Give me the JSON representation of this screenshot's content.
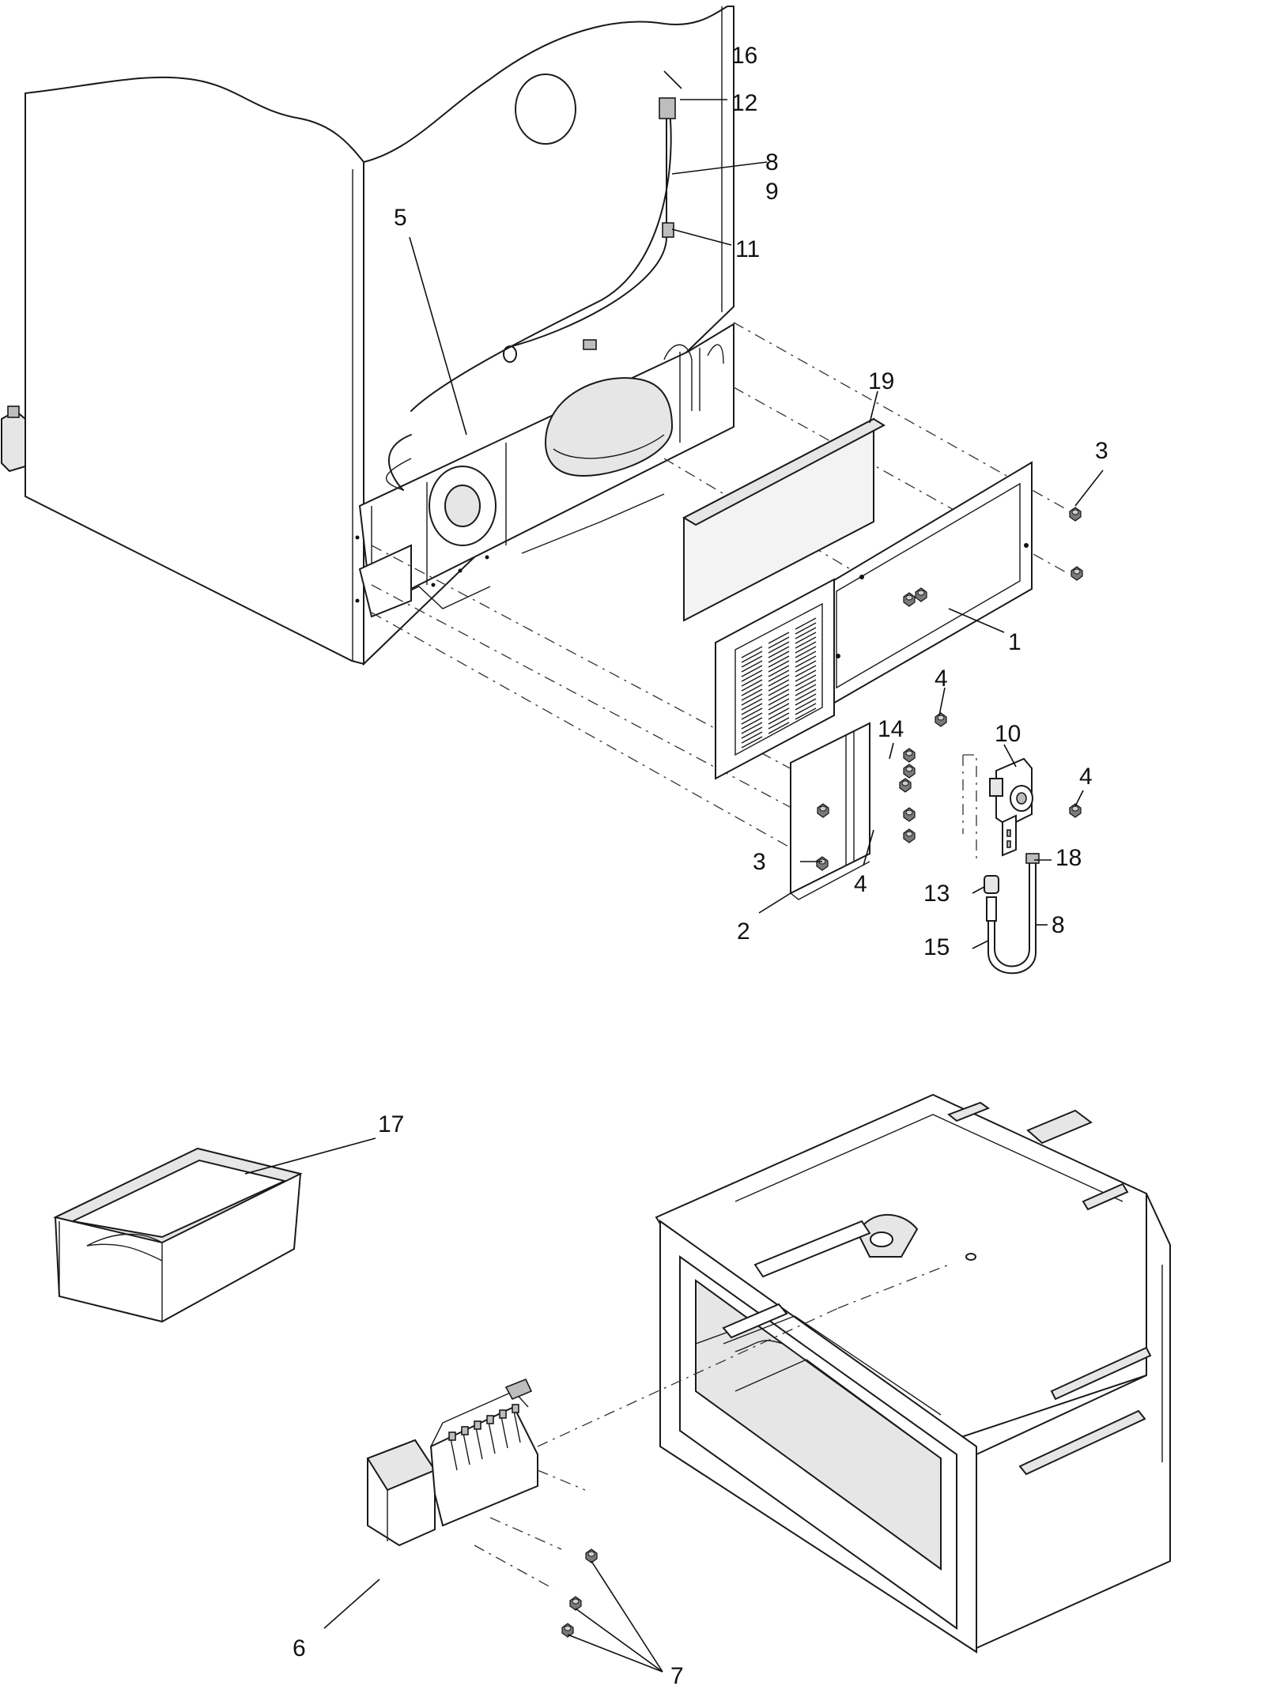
{
  "callouts": [
    {
      "id": "c16",
      "text": "16"
    },
    {
      "id": "c12",
      "text": "12"
    },
    {
      "id": "c8a",
      "text": "8"
    },
    {
      "id": "c9",
      "text": "9"
    },
    {
      "id": "c11",
      "text": "11"
    },
    {
      "id": "c5",
      "text": "5"
    },
    {
      "id": "c19",
      "text": "19"
    },
    {
      "id": "c3a",
      "text": "3"
    },
    {
      "id": "c1",
      "text": "1"
    },
    {
      "id": "c4a",
      "text": "4"
    },
    {
      "id": "c14",
      "text": "14"
    },
    {
      "id": "c10",
      "text": "10"
    },
    {
      "id": "c4b",
      "text": "4"
    },
    {
      "id": "c18",
      "text": "18"
    },
    {
      "id": "c3b",
      "text": "3"
    },
    {
      "id": "c4c",
      "text": "4"
    },
    {
      "id": "c13",
      "text": "13"
    },
    {
      "id": "c8b",
      "text": "8"
    },
    {
      "id": "c2",
      "text": "2"
    },
    {
      "id": "c15",
      "text": "15"
    },
    {
      "id": "c17",
      "text": "17"
    },
    {
      "id": "c6",
      "text": "6"
    },
    {
      "id": "c7",
      "text": "7"
    }
  ],
  "icons": {
    "screw": "hex-screw-icon",
    "clip": "tube-clip-icon"
  },
  "colors": {
    "line": "#1a1a1a",
    "background": "#ffffff"
  }
}
